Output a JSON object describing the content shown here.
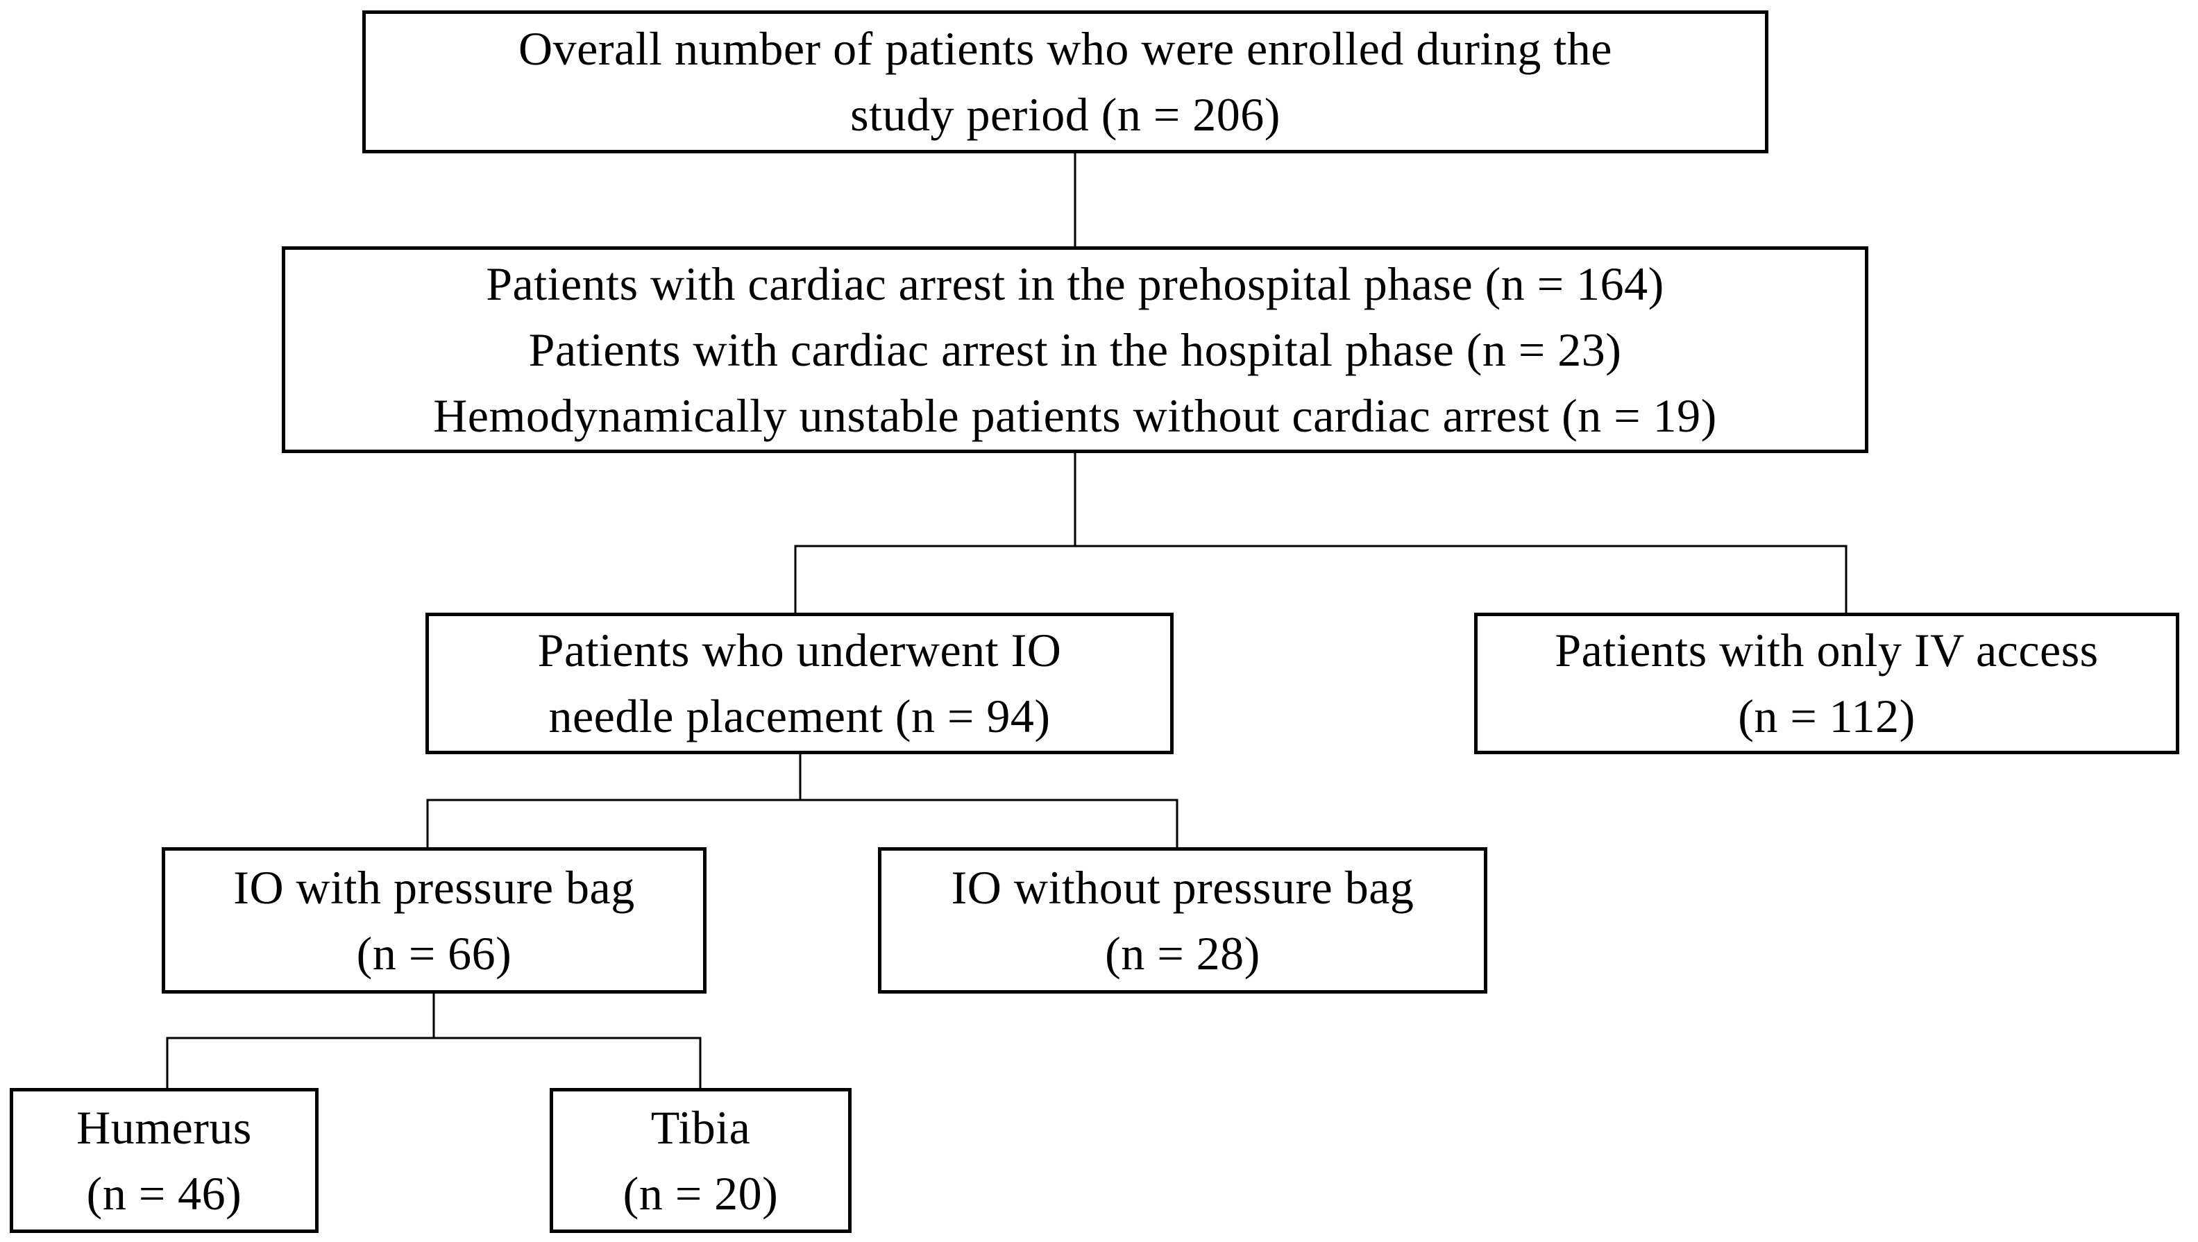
{
  "figure": {
    "kind": "patient-enrollment-flowchart",
    "background_color": "#ffffff",
    "box_border_color": "#000000",
    "text_color": "#000000",
    "connector_color": "#000000"
  },
  "nodes": {
    "enrolled": {
      "label": "Overall number of patients who were enrolled during the study period (n = 206)",
      "n": 206,
      "lines": [
        "Overall number of patients who were enrolled during the",
        "study period (n = 206)"
      ]
    },
    "arrest_groups": {
      "label": "Patients with cardiac arrest in the prehospital phase (n = 164); Patients with cardiac arrest in the hospital phase (n = 23); Hemodynamically unstable patients without cardiac arrest (n = 19)",
      "n_values": [
        164,
        23,
        19
      ],
      "lines": [
        "Patients with cardiac arrest in the prehospital phase (n = 164)",
        "Patients with cardiac arrest in the hospital phase (n = 23)",
        "Hemodynamically unstable patients without cardiac arrest (n = 19)"
      ]
    },
    "io_placement": {
      "label": "Patients who underwent IO needle placement (n = 94)",
      "n": 94,
      "lines": [
        "Patients who underwent IO",
        "needle placement (n = 94)"
      ]
    },
    "iv_only": {
      "label": "Patients with only IV access (n = 112)",
      "n": 112,
      "lines": [
        "Patients with only IV access",
        "(n = 112)"
      ]
    },
    "io_pressure_bag": {
      "label": "IO with pressure bag (n = 66)",
      "n": 66,
      "lines": [
        "IO with pressure bag",
        "(n = 66)"
      ]
    },
    "io_no_pressure_bag": {
      "label": "IO without pressure bag (n = 28)",
      "n": 28,
      "lines": [
        "IO without pressure bag",
        "(n = 28)"
      ]
    },
    "humerus": {
      "label": "Humerus (n = 46)",
      "n": 46,
      "lines": [
        "Humerus",
        "(n = 46)"
      ]
    },
    "tibia": {
      "label": "Tibia (n = 20)",
      "n": 20,
      "lines": [
        "Tibia",
        "(n = 20)"
      ]
    }
  },
  "edges": [
    {
      "from": "enrolled",
      "to": "arrest_groups"
    },
    {
      "from": "arrest_groups",
      "to": "io_placement"
    },
    {
      "from": "arrest_groups",
      "to": "iv_only"
    },
    {
      "from": "io_placement",
      "to": "io_pressure_bag"
    },
    {
      "from": "io_placement",
      "to": "io_no_pressure_bag"
    },
    {
      "from": "io_pressure_bag",
      "to": "humerus"
    },
    {
      "from": "io_pressure_bag",
      "to": "tibia"
    }
  ]
}
